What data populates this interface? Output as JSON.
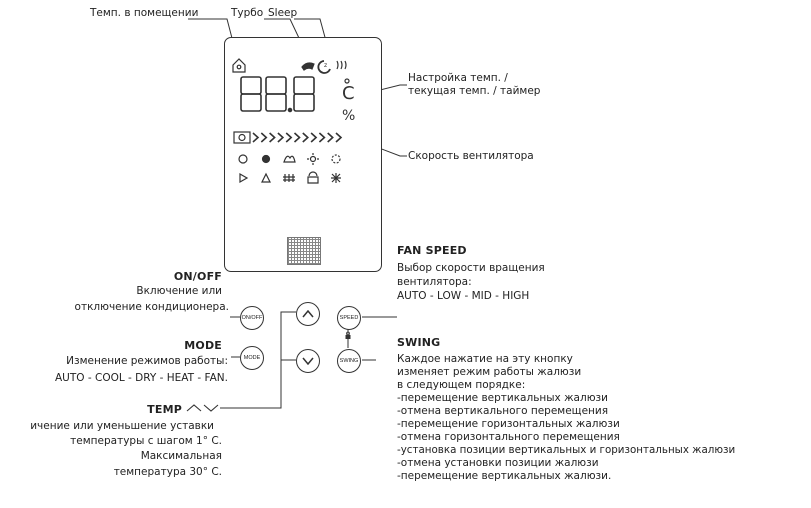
{
  "callouts": {
    "room_temp": "Темп. в помещении",
    "turbo": "Турбо",
    "sleep": "Sleep",
    "temp_setting": [
      "Настройка темп. /",
      "текущая темп. / таймер"
    ],
    "fan_speed_indicator": "Скорость вентилятора"
  },
  "buttons": {
    "onoff": "ON/OFF",
    "mode": "MODE",
    "speed": "SPEED",
    "swing": "SWING"
  },
  "onoff": {
    "title": "ON/OFF",
    "lines": [
      "Включение или",
      "отключение кондиционера."
    ]
  },
  "mode": {
    "title": "MODE",
    "lines": [
      "Изменение режимов работы:",
      "AUTO - COOL - DRY - HEAT - FAN."
    ]
  },
  "temp": {
    "title": "TEMP",
    "lines": [
      "ичение или уменьшение уставки",
      "температуры с шагом 1° С.",
      "Максимальная",
      "температура 30° С."
    ]
  },
  "fan_speed": {
    "title": "FAN SPEED",
    "lines": [
      "Выбор скорости вращения",
      "вентилятора:",
      "AUTO - LOW - MID - HIGH"
    ]
  },
  "swing": {
    "title": "SWING",
    "lines": [
      "Каждое нажатие на эту кнопку",
      "изменяет режим работы жалюзи",
      "в следующем порядке:",
      "-перемещение вертикальных жалюзи",
      "-отмена вертикального перемещения",
      "-перемещение горизонтальных жалюзи",
      "-отмена горизонтального перемещения",
      "-установка позиции вертикальных и горизонтальных жалюзи",
      "-отмена установки позиции жалюзи",
      "-перемещение вертикальных жалюзи."
    ]
  },
  "display": {
    "digits": "88.8",
    "unit_c": "C",
    "unit_pct": "%"
  },
  "colors": {
    "line": "#333333",
    "text": "#222222"
  }
}
